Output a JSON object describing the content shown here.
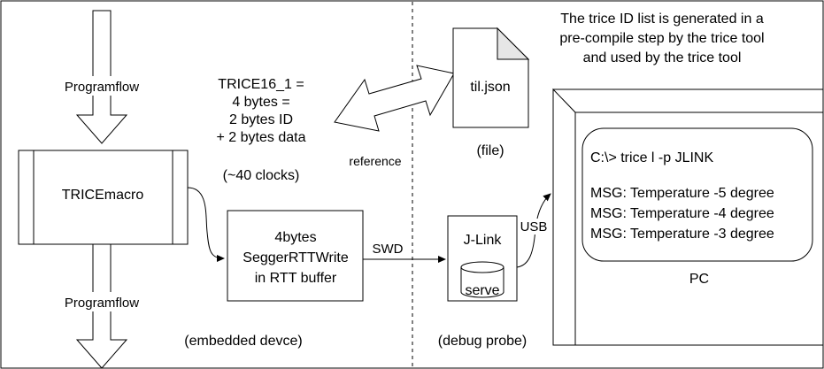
{
  "diagram": {
    "note_lines": [
      "The trice ID list is generated  in a",
      "pre-compile step by the trice tool",
      "and used by the trice tool"
    ],
    "programflow_top_label": "Programflow",
    "programflow_bottom_label": "Programflow",
    "trice_lines": [
      "TRICE16_1 =",
      "4 bytes =",
      "2 bytes ID",
      "+ 2 bytes data"
    ],
    "clocks_label": "(~40 clocks)",
    "reference_label": "reference",
    "file_name": "til.json",
    "file_caption": "(file)",
    "tricemacro_label": "TRICEmacro",
    "rtt_lines": [
      "4bytes",
      "SeggerRTTWrite",
      "in RTT buffer"
    ],
    "swd_label": "SWD",
    "jlink_label": "J-Link",
    "serve_label": "serve",
    "usb_label": "USB",
    "embedded_caption": "(embedded devce)",
    "probe_caption": "(debug probe)",
    "pc_label": "PC",
    "terminal_lines": [
      "C:\\> trice l -p JLINK",
      "",
      "MSG: Temperature -5 degree",
      "MSG: Temperature -4 degree",
      "MSG: Temperature -3 degree"
    ]
  }
}
